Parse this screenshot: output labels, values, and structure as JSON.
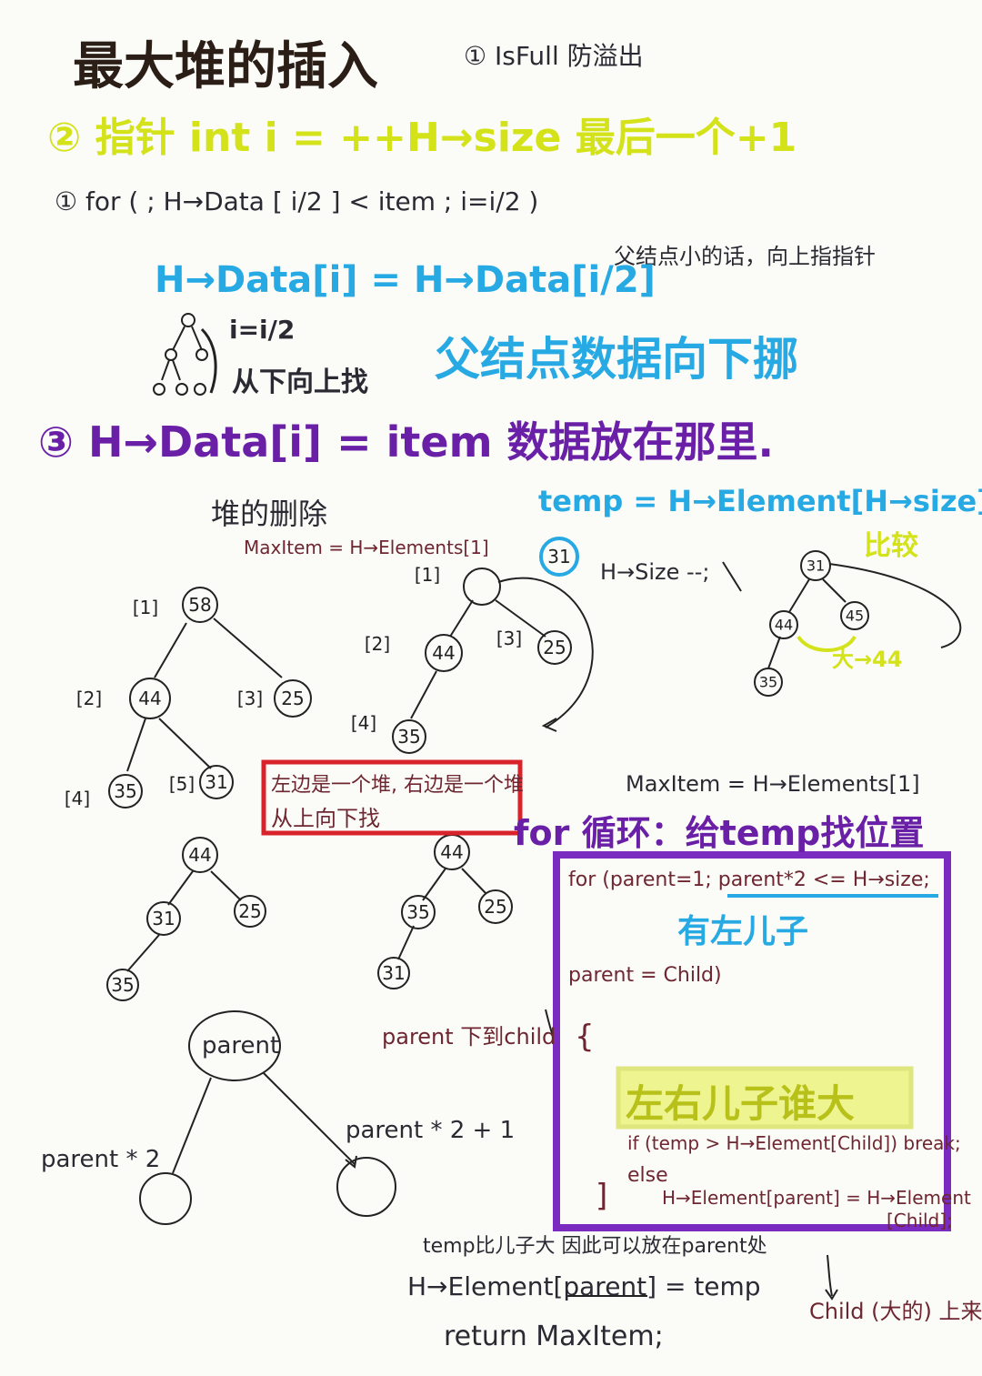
{
  "title": "最大堆的插入",
  "step1": "① IsFull 防溢出",
  "step2": "② 指针 int i = ++H→size 最后一个+1",
  "for_insert": "① for ( ; H→Data [ i/2 ] < item ; i=i/2 )",
  "note_parent_small": "父结点小的话，向上指指针",
  "data_assign": "H→Data[i] = H→Data[i/2]",
  "i_half": "i=i/2",
  "bottom_up": "从下向上找",
  "parent_down": "父结点数据向下挪",
  "step3": "③ H→Data[i] = item 数据放在那里.",
  "delete_title": "堆的删除",
  "maxitem_1": "MaxItem = H→Elements[1]",
  "temp_line": "temp = H→Element[H→size]",
  "size_dec": "H→Size --;",
  "compare": "比较",
  "bigger_44": "大→44",
  "red_box_l1": "左边是一个堆, 右边是一个堆",
  "red_box_l2": "从上向下找",
  "maxitem_2": "MaxItem = H→Elements[1]",
  "for_loop_title": "for 循环：给temp找位置",
  "for_parent": "for (parent=1; parent*2 <= H→size;",
  "has_left": "有左儿子",
  "parent_child": "parent = Child)",
  "brace_open": "{",
  "brace_close": "]",
  "left_right_big": "左右儿子谁大",
  "if_line": "if (temp > H→Element[Child]) break;",
  "else_line": "else",
  "assign_line": "H→Element[parent] = H→Element",
  "child_bracket": "[Child];",
  "parent_down_child": "parent 下到child",
  "parent_node": "parent",
  "parent_x2": "parent * 2",
  "parent_x2p1": "parent * 2 + 1",
  "temp_bigger": "temp比儿子大  因此可以放在parent处",
  "final_assign": "H→Element[parent] = temp",
  "return_line": "return MaxItem;",
  "child_up": "Child (大的) 上来",
  "tree1": {
    "nodes": [
      "58",
      "44",
      "25",
      "35",
      "31"
    ],
    "idx": [
      "[1]",
      "[2]",
      "[3]",
      "[4]",
      "[5]"
    ]
  },
  "tree2": {
    "nodes": [
      "",
      "44",
      "25",
      "35"
    ],
    "idx": [
      "[1]",
      "[2]",
      "[3]",
      "[4]"
    ]
  },
  "circle31": "31",
  "tree3": {
    "nodes": [
      "31",
      "44",
      "45",
      "35"
    ]
  },
  "tree4": {
    "nodes": [
      "44",
      "31",
      "25",
      "35"
    ]
  },
  "tree5": {
    "nodes": [
      "44",
      "35",
      "25",
      "31"
    ]
  },
  "colors": {
    "yellow": "#d4e21a",
    "blue": "#27a9e3",
    "purple": "#6a1fa7",
    "red": "#d9232b"
  }
}
